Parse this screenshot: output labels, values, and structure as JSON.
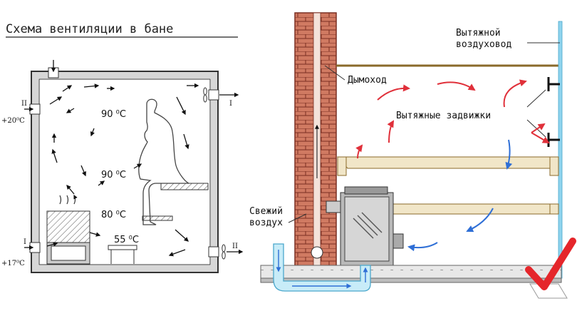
{
  "title": "Схема вентиляции в бане",
  "left_scheme": {
    "temps": {
      "t1": "90 ⁰C",
      "t2": "90 ⁰C",
      "t3": "80 ⁰C",
      "t4": "55 ⁰C",
      "inlet_top": "+20⁰C",
      "inlet_bottom": "+17⁰C"
    },
    "roman": {
      "inlet_top": "II",
      "outlet_top": "I",
      "inlet_bottom": "I",
      "outlet_bottom": "II"
    }
  },
  "right_scheme": {
    "labels": {
      "exhaust_duct_line1": "Вытяжной",
      "exhaust_duct_line2": "воздуховод",
      "chimney": "Дымоход",
      "dampers": "Вытяжные задвижки",
      "fresh_air_line1": "Свежий",
      "fresh_air_line2": "воздух"
    }
  },
  "colors": {
    "warm_arrow": "#e0303a",
    "cool_arrow": "#2f6fd6",
    "brick_fill": "#c9624a",
    "beam_fill": "#f1e6c8",
    "duct_blue": "#8fd4ee",
    "checkmark": "#e5262b"
  }
}
